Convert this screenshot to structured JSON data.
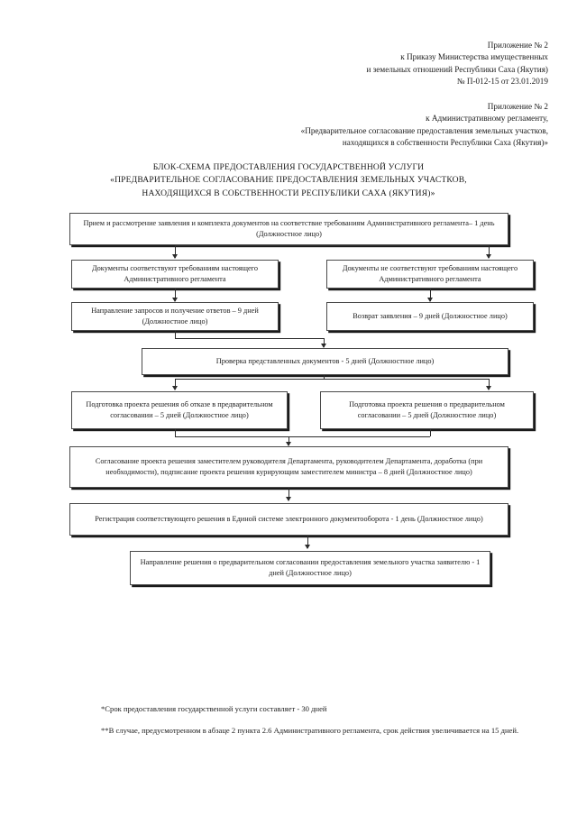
{
  "document": {
    "header_block_1": [
      "Приложение № 2",
      "к Приказу Министерства имущественных",
      "и земельных отношений Республики Саха (Якутия)",
      "№ П-012-15 от 23.01.2019"
    ],
    "header_block_2": [
      "Приложение № 2",
      "к Административному регламенту,",
      "«Предварительное согласование предоставления земельных участков,",
      "находящихся в собственности Республики Саха (Якутия)»"
    ],
    "title": [
      "БЛОК-СХЕМА ПРЕДОСТАВЛЕНИЯ ГОСУДАРСТВЕННОЙ УСЛУГИ",
      "«ПРЕДВАРИТЕЛЬНОЕ СОГЛАСОВАНИЕ ПРЕДОСТАВЛЕНИЯ ЗЕМЕЛЬНЫХ УЧАСТКОВ,",
      "НАХОДЯЩИХСЯ В СОБСТВЕННОСТИ РЕСПУБЛИКИ САХА (ЯКУТИЯ)»"
    ],
    "footnotes": [
      "*Срок предоставления государственной услуги составляет - 30 дней",
      "**В случае, предусмотренном в абзаце 2 пункта 2.6 Административного регламента, срок действия увеличивается на 15 дней."
    ]
  },
  "flowchart": {
    "type": "flowchart",
    "orientation": "top-to-bottom",
    "nodes": [
      {
        "id": "n1",
        "label": "Прием и рассмотрение заявления и комплекта документов на соответствие требованиям Административного регламента– 1 день (Должностное лицо)"
      },
      {
        "id": "n2a",
        "label": "Документы соответствуют требованиям настоящего Административного регламента"
      },
      {
        "id": "n2b",
        "label": "Документы не соответствуют требованиям настоящего Административного регламента"
      },
      {
        "id": "n3a",
        "label": "Направление запросов и получение ответов – 9 дней (Должностное лицо)"
      },
      {
        "id": "n3b",
        "label": "Возврат заявления – 9 дней (Должностное лицо)"
      },
      {
        "id": "n4",
        "label": "Проверка представленных документов - 5 дней (Должностное лицо)"
      },
      {
        "id": "n5a",
        "label": "Подготовка проекта решения об отказе в предварительном согласовании – 5 дней (Должностное лицо)"
      },
      {
        "id": "n5b",
        "label": "Подготовка проекта решения о предварительном согласовании – 5 дней (Должностное лицо)"
      },
      {
        "id": "n6",
        "label": "Согласование проекта решения заместителем руководителя Департамента, руководителем Департамента, доработка (при необходимости), подписание проекта решения курирующим заместителем министра  –  8 дней (Должностное лицо)"
      },
      {
        "id": "n7",
        "label": "Регистрация соответствующего решения в Единой системе электронного документооборота - 1 день (Должностное лицо)"
      },
      {
        "id": "n8",
        "label": "Направление решения о предварительном согласовании предоставления земельного участка заявителю - 1 дней (Должностное лицо)"
      }
    ]
  }
}
